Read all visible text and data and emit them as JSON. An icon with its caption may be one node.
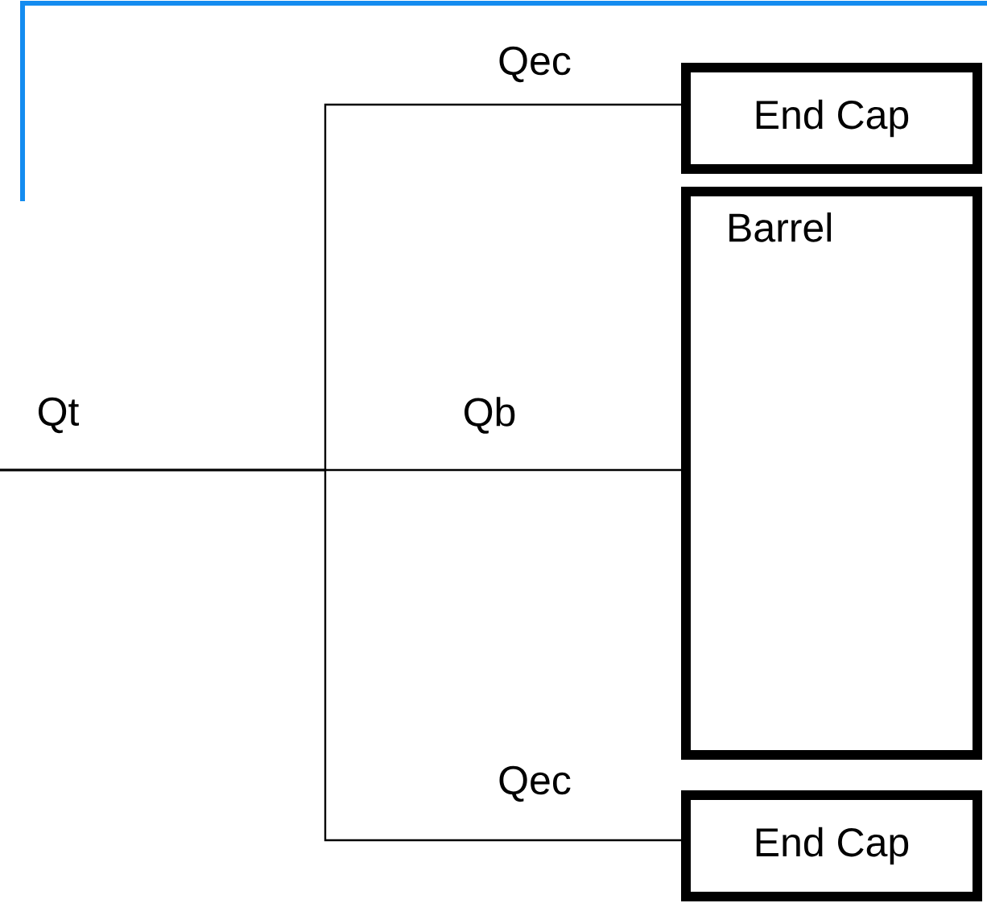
{
  "diagram": {
    "nodes": [
      {
        "text": [
          "End Cap"
        ]
      },
      {
        "text": [
          "Barrel"
        ]
      },
      {
        "text": [
          "End Cap"
        ]
      }
    ],
    "edges": [
      {
        "from": null,
        "to": 0,
        "arrow": "none",
        "label": "Qec"
      },
      {
        "from": null,
        "to": 1,
        "arrow": "none",
        "label": "Qb"
      },
      {
        "from": null,
        "to": 2,
        "arrow": "none",
        "label": "Qec"
      }
    ],
    "labels": [
      "Qt"
    ]
  }
}
